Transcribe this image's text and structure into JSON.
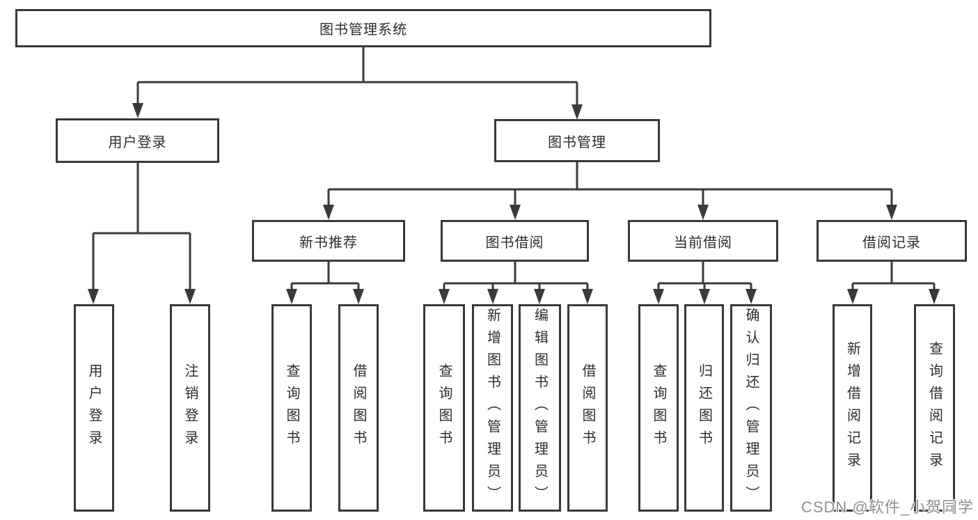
{
  "diagram": {
    "title": "图书管理系统",
    "tree": {
      "label": "图书管理系统",
      "children": [
        {
          "label": "用户登录",
          "children": [
            {
              "label": "用户登录"
            },
            {
              "label": "注销登录"
            }
          ]
        },
        {
          "label": "图书管理",
          "children": [
            {
              "label": "新书推荐",
              "children": [
                {
                  "label": "查询图书"
                },
                {
                  "label": "借阅图书"
                }
              ]
            },
            {
              "label": "图书借阅",
              "children": [
                {
                  "label": "查询图书"
                },
                {
                  "label": "新增图书（管理员）"
                },
                {
                  "label": "编辑图书（管理员）"
                },
                {
                  "label": "借阅图书"
                }
              ]
            },
            {
              "label": "当前借阅",
              "children": [
                {
                  "label": "查询图书"
                },
                {
                  "label": "归还图书"
                },
                {
                  "label": "确认归还（管理员）"
                }
              ]
            },
            {
              "label": "借阅记录",
              "children": [
                {
                  "label": "新增借阅记录"
                },
                {
                  "label": "查询借阅记录"
                }
              ]
            }
          ]
        }
      ]
    },
    "watermark": "CSDN @软件_小贺同学",
    "colors": {
      "line": "#3a3a3a",
      "border": "#383838",
      "text": "#2d2d2d",
      "box_fill": "#ffffff",
      "background": "#ffffff",
      "watermark": "#8f8f8f"
    }
  }
}
